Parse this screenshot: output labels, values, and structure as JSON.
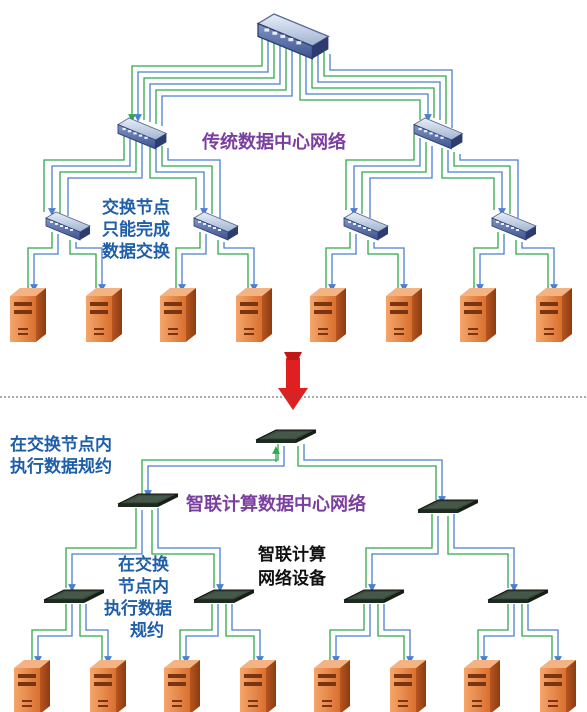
{
  "top_section": {
    "title": "传统数据中心网络",
    "annotation_lines": [
      "交换节点",
      "只能完成",
      "数据交换"
    ]
  },
  "bottom_section": {
    "title": "智联计算数据中心网络",
    "top_annotation_lines": [
      "在交换节点内",
      "执行数据规约"
    ],
    "mid_annotation_lines": [
      "在交换",
      "节点内",
      "执行数据",
      "规约"
    ],
    "device_label_lines": [
      "智联计算",
      "网络设备"
    ]
  },
  "colors": {
    "uplink_line": "#2fa84f",
    "downlink_line": "#4a7fd4",
    "server_body": "#e08040",
    "arrow": "#e02020",
    "divider": "#555555"
  },
  "icons": [
    "switch-icon",
    "smart-switch-icon",
    "server-icon",
    "down-arrow-icon"
  ]
}
